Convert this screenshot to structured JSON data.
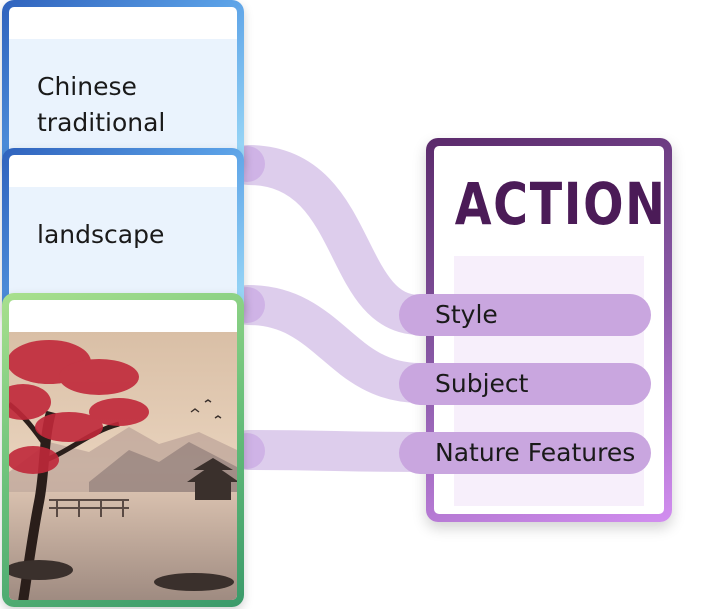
{
  "cards": [
    {
      "text": "Chinese traditional",
      "lines": [
        "Chinese",
        "traditional"
      ]
    },
    {
      "text": "landscape"
    },
    {
      "image": "chinese-landscape-painting"
    }
  ],
  "action": {
    "title": "ACTION",
    "slots": [
      "Style",
      "Subject",
      "Nature Features"
    ]
  },
  "colors": {
    "card_blue": "#4a86d8",
    "card_green": "#5bb77a",
    "action_border": "#8a5aa8",
    "action_title": "#4b1b57",
    "pill": "#c9a6df",
    "link": "#d9c6ea"
  }
}
